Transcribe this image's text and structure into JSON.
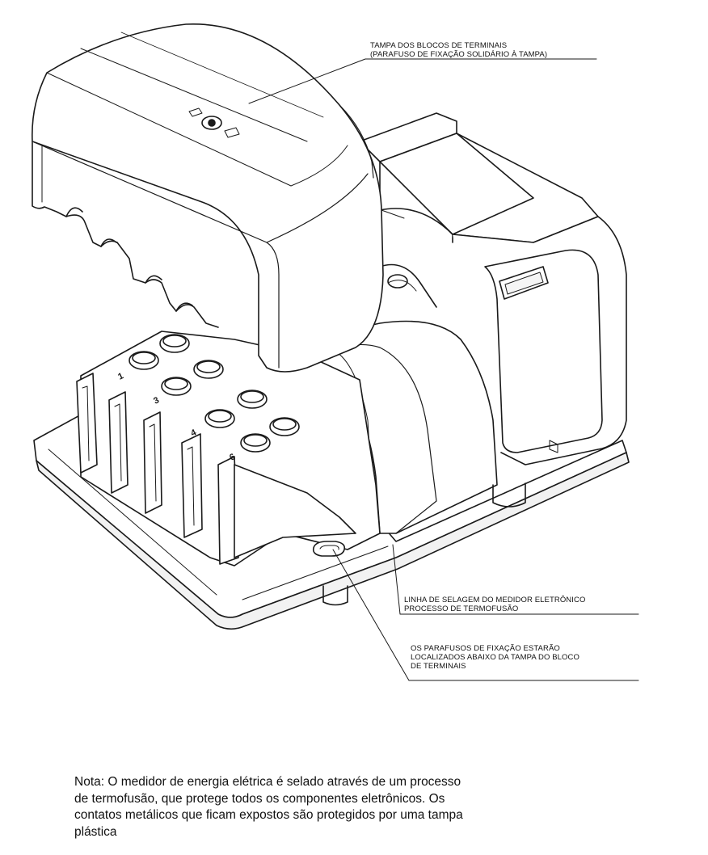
{
  "callouts": {
    "cover": {
      "line1": "TAMPA DOS BLOCOS DE TERMINAIS",
      "line2": "(PARAFUSO DE FIXAÇÃO SOLIDÁRIO À TAMPA)"
    },
    "seal": {
      "line1": "LINHA DE SELAGEM DO MEDIDOR ELETRÔNICO",
      "line2": "PROCESSO DE TERMOFUSÃO"
    },
    "screws": {
      "line1": "OS PARAFUSOS DE FIXAÇÃO ESTARÃO",
      "line2": "LOCALIZADOS ABAIXO DA TAMPA DO BLOCO",
      "line3": "DE TERMINAIS"
    }
  },
  "terminal_numbers": [
    "1",
    "3",
    "4",
    "6"
  ],
  "note": {
    "line1": "Nota: O medidor de energia elétrica é selado através de um processo",
    "line2": "de termofusão, que protege todos os componentes eletrônicos. Os",
    "line3": "contatos metálicos que ficam expostos são protegidos por uma tampa",
    "line4": "plástica"
  }
}
